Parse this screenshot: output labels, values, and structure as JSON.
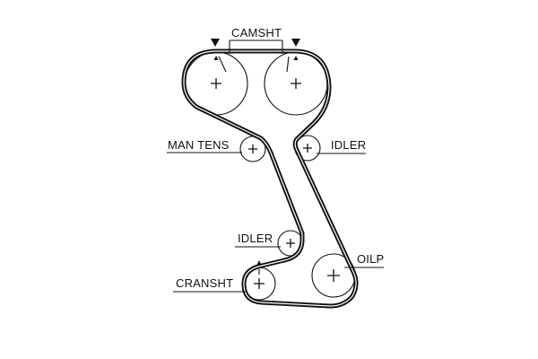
{
  "labels": {
    "camshaft": "CAMSHT",
    "man_tens": "MAN TENS",
    "idler_upper": "IDLER",
    "idler_lower": "IDLER",
    "oil_pump": "OILP",
    "crankshaft": "CRANSHT"
  },
  "colors": {
    "line": "#111111",
    "background": "#ffffff"
  },
  "icons": {
    "timing_mark": "filled-triangle",
    "pulley_center": "plus-cross"
  }
}
